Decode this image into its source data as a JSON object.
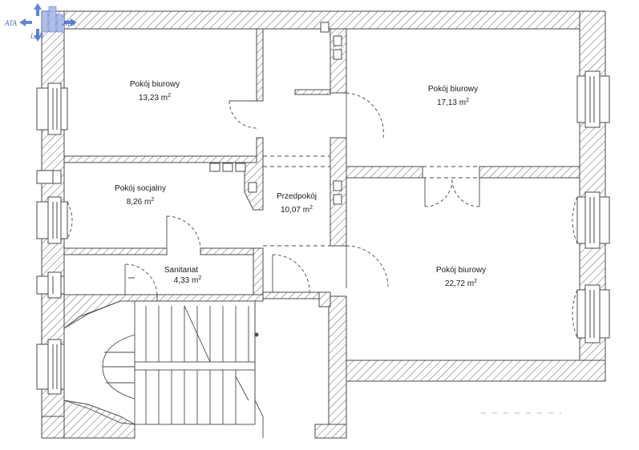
{
  "logo": {
    "text_left": "ATA",
    "text_right": "ATA",
    "text_bottom": "LAN",
    "color": "#3a5fd0"
  },
  "rooms": [
    {
      "name": "Pokój biurowy",
      "area_value": "13,23 m",
      "area_sup": "2"
    },
    {
      "name": "Pokój biurowy",
      "area_value": "17,13 m",
      "area_sup": "2"
    },
    {
      "name": "Pokój socjalny",
      "area_value": "8,26 m",
      "area_sup": "2"
    },
    {
      "name": "Przedpokój",
      "area_value": "10,07 m",
      "area_sup": "2"
    },
    {
      "name": "Sanitariat",
      "area_value": "4,33 m",
      "area_sup": "2"
    },
    {
      "name": "Pokój biurowy",
      "area_value": "22,72 m",
      "area_sup": "2"
    }
  ],
  "colors": {
    "wall_outline": "#4a4a4a",
    "hatch": "#6a6a6a",
    "text": "#1a1a1a"
  }
}
